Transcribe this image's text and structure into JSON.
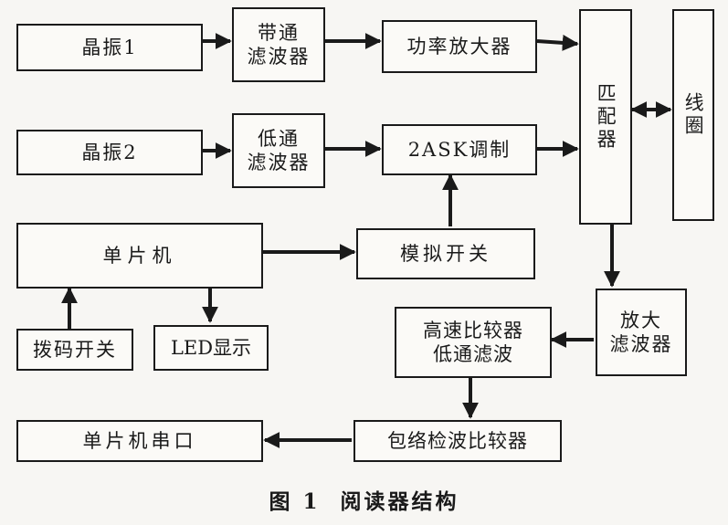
{
  "diagram": {
    "caption": "图 1  阅读器结构",
    "blocks": {
      "osc1": "晶振1",
      "bpf": "带通\n滤波器",
      "pa": "功率放大器",
      "osc2": "晶振2",
      "lpf": "低通\n滤波器",
      "ask": "2ASK调制",
      "mcu": "单片机",
      "aswitch": "模拟开关",
      "matcher": "匹配器",
      "coil": "线圈",
      "dip": "拨码开关",
      "led": "LED显示",
      "amp_filter": "放大\n滤波器",
      "comparator": "高速比较器\n低通滤波",
      "envelope": "包络检波比较器",
      "uart": "单片机串口"
    }
  }
}
